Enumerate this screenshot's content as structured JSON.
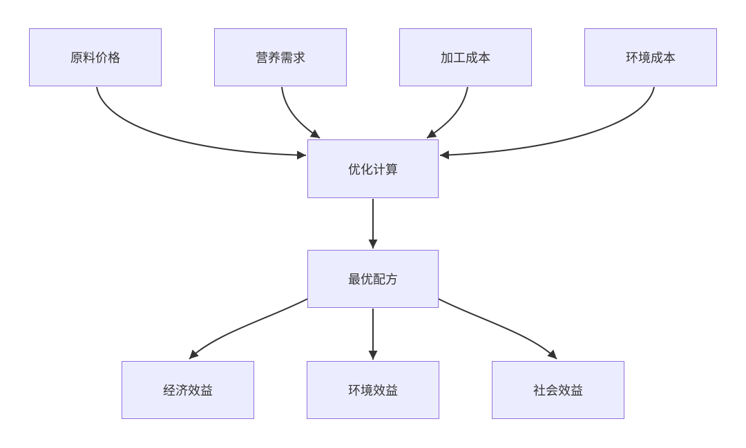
{
  "diagram": {
    "background": "#ffffff",
    "colors": {
      "node_fill": "#ECECFF",
      "node_border": "#9370DB",
      "node_text": "#333333",
      "edge": "#333333"
    },
    "nodes": {
      "raw_material_price": {
        "label": "原料价格"
      },
      "nutrition_demand": {
        "label": "营养需求"
      },
      "processing_cost": {
        "label": "加工成本"
      },
      "environmental_cost": {
        "label": "环境成本"
      },
      "optimization_calc": {
        "label": "优化计算"
      },
      "optimal_formula": {
        "label": "最优配方"
      },
      "economic_benefit": {
        "label": "经济效益"
      },
      "environmental_benefit": {
        "label": "环境效益"
      },
      "social_benefit": {
        "label": "社会效益"
      }
    },
    "edges": [
      {
        "from": "raw_material_price",
        "to": "optimization_calc"
      },
      {
        "from": "nutrition_demand",
        "to": "optimization_calc"
      },
      {
        "from": "processing_cost",
        "to": "optimization_calc"
      },
      {
        "from": "environmental_cost",
        "to": "optimization_calc"
      },
      {
        "from": "optimization_calc",
        "to": "optimal_formula"
      },
      {
        "from": "optimal_formula",
        "to": "economic_benefit"
      },
      {
        "from": "optimal_formula",
        "to": "environmental_benefit"
      },
      {
        "from": "optimal_formula",
        "to": "social_benefit"
      }
    ]
  }
}
